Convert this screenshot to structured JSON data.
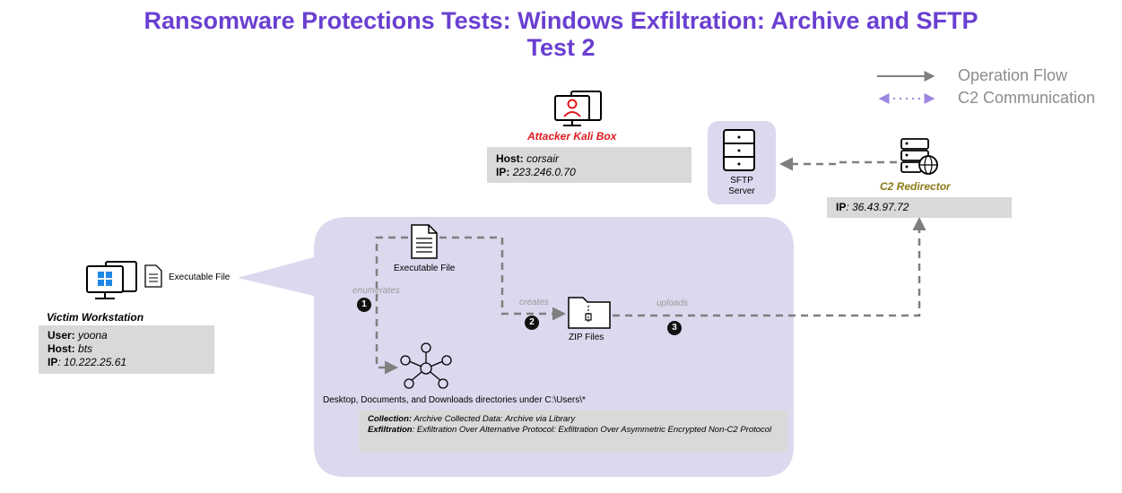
{
  "title": {
    "line1": "Ransomware Protections Tests: Windows Exfiltration: Archive and SFTP",
    "line2": "Test 2"
  },
  "legend": {
    "operation_flow": "Operation Flow",
    "c2_communication": "C2 Communication"
  },
  "attacker": {
    "name": "Attacker Kali Box",
    "host_label": "Host:",
    "host": "corsair",
    "ip_label": "IP:",
    "ip": "223.246.0.70"
  },
  "sftp": {
    "label_line1": "SFTP",
    "label_line2": "Server"
  },
  "redirector": {
    "name": "C2 Redirector",
    "ip_label": "IP",
    "ip": ": 36.43.97.72"
  },
  "victim": {
    "name": "Victim Workstation",
    "user_label": "User:",
    "user": "yoona",
    "host_label": "Host:",
    "host": "bts",
    "ip_label": "IP",
    "ip": ": 10.222.25.61",
    "file_label": "Executable File"
  },
  "flow": {
    "executable_label": "Executable File",
    "zip_label": "ZIP Files",
    "dirs_label": "Desktop, Documents, and Downloads directories under C:\\Users\\*",
    "enumerates": "enumerates",
    "creates": "creates",
    "uploads": "uploads",
    "step1": "1",
    "step2": "2",
    "step3": "3"
  },
  "ttps": {
    "collection_label": "Collection:",
    "collection": "Archive Collected Data: Archive via Library",
    "exfiltration_label": "Exfiltration",
    "exfiltration": ": Exfiltration Over Alternative Protocol: Exfiltration Over Asymmetric Encrypted Non-C2 Protocol"
  },
  "colors": {
    "title": "#6a3fd1",
    "callout": "#dcd8ee",
    "attacker_name": "#e0191e",
    "redirector_name": "#8b7a16",
    "flow_line": "#7f7f7f",
    "c2_line": "#9b86e0",
    "infobox": "#d9d9d9"
  },
  "icons": {
    "attacker": "monitor-user-icon",
    "sftp": "database-icon",
    "redirector": "server-globe-icon",
    "victim": "windows-monitor-icon",
    "file": "document-icon",
    "zip": "zip-folder-icon",
    "dirs": "network-users-icon"
  }
}
